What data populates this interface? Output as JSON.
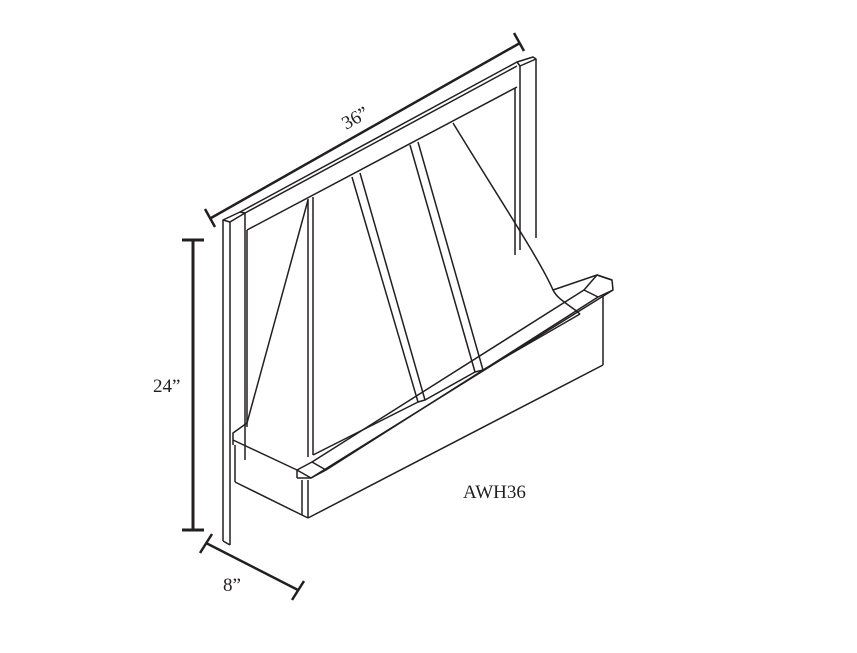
{
  "drawing": {
    "model": "AWH36",
    "width_label": "36”",
    "height_label": "24”",
    "depth_label": "8”",
    "line_color": "#231f20"
  }
}
